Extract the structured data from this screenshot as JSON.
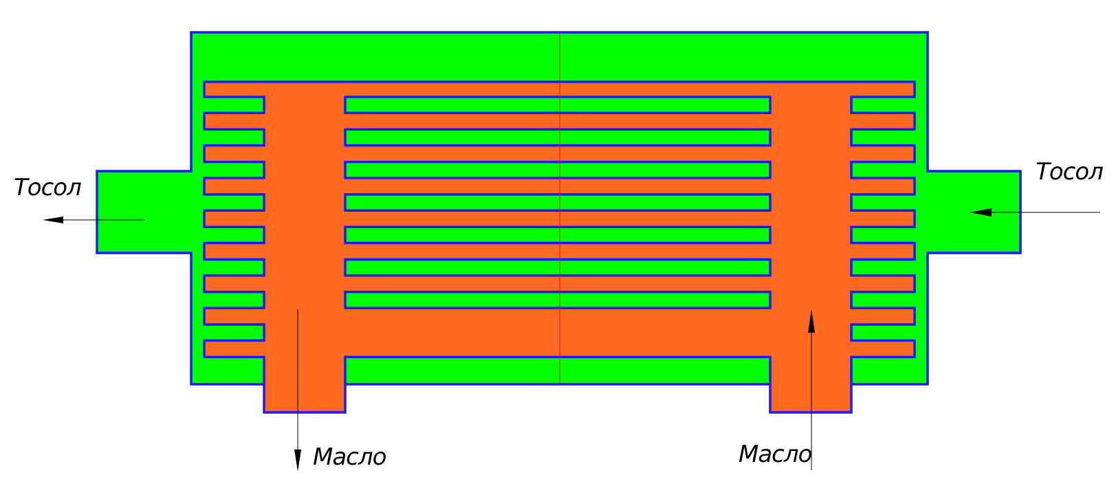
{
  "labels": {
    "coolant_outlet": "Тосол",
    "coolant_inlet": "Тосол",
    "oil_outlet": "Масло",
    "oil_inlet": "Масло"
  },
  "colors": {
    "coolant": "#00ff00",
    "oil": "#ff6a22",
    "outline": "#1a1aff",
    "arrow": "#000000",
    "axis": "#ff0000"
  }
}
